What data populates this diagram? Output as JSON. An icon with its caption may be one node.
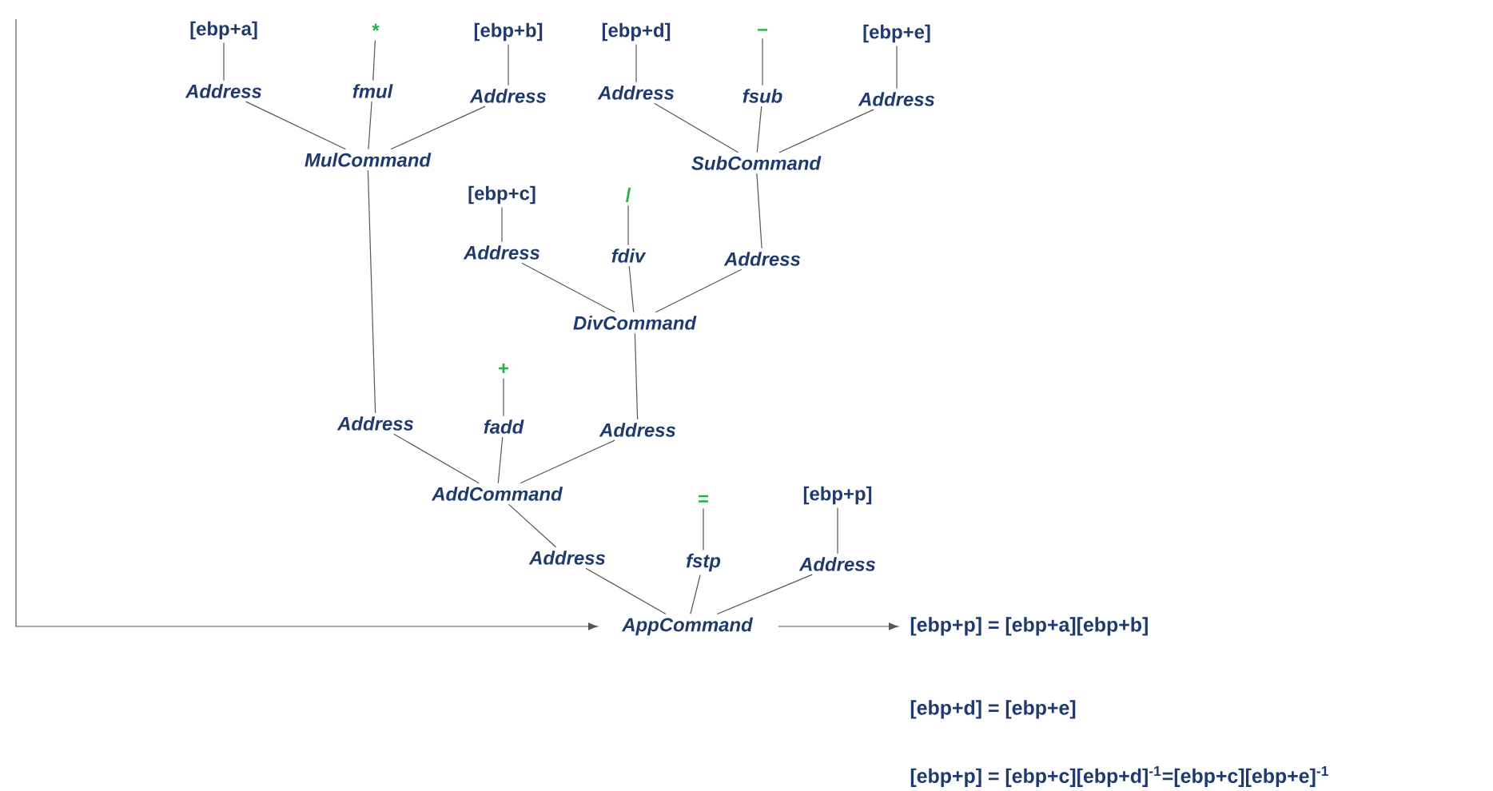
{
  "diagram": {
    "nodes": [
      {
        "text": [
          "[ebp+a]"
        ]
      },
      {
        "text": [
          "*"
        ]
      },
      {
        "text": [
          "[ebp+b]"
        ]
      },
      {
        "text": [
          "[ebp+d]"
        ]
      },
      {
        "text": [
          "–"
        ]
      },
      {
        "text": [
          "[ebp+e]"
        ]
      },
      {
        "text": [
          "Address"
        ]
      },
      {
        "text": [
          "fmul"
        ]
      },
      {
        "text": [
          "Address"
        ]
      },
      {
        "text": [
          "Address"
        ]
      },
      {
        "text": [
          "fsub"
        ]
      },
      {
        "text": [
          "Address"
        ]
      },
      {
        "text": [
          "MulCommand"
        ]
      },
      {
        "text": [
          "SubCommand"
        ]
      },
      {
        "text": [
          "[ebp+c]"
        ]
      },
      {
        "text": [
          "/"
        ]
      },
      {
        "text": [
          "Address"
        ]
      },
      {
        "text": [
          "fdiv"
        ]
      },
      {
        "text": [
          "Address"
        ]
      },
      {
        "text": [
          "DivCommand"
        ]
      },
      {
        "text": [
          "+"
        ]
      },
      {
        "text": [
          "Address"
        ]
      },
      {
        "text": [
          "fadd"
        ]
      },
      {
        "text": [
          "Address"
        ]
      },
      {
        "text": [
          "AddCommand"
        ]
      },
      {
        "text": [
          "[ebp+p]"
        ]
      },
      {
        "text": [
          "="
        ]
      },
      {
        "text": [
          "Address"
        ]
      },
      {
        "text": [
          "fstp"
        ]
      },
      {
        "text": [
          "Address"
        ]
      },
      {
        "text": [
          "AppCommand"
        ]
      },
      {
        "text": [
          "[ebp+p] = [ebp+a][ebp+b]"
        ]
      }
    ],
    "edges": [
      {
        "from": 0,
        "to": 6,
        "arrow": "none"
      },
      {
        "from": 1,
        "to": 7,
        "arrow": "none"
      },
      {
        "from": 2,
        "to": 8,
        "arrow": "none"
      },
      {
        "from": 3,
        "to": 9,
        "arrow": "none"
      },
      {
        "from": 4,
        "to": 10,
        "arrow": "none"
      },
      {
        "from": 5,
        "to": 11,
        "arrow": "none"
      },
      {
        "from": 6,
        "to": 12,
        "arrow": "none"
      },
      {
        "from": 7,
        "to": 12,
        "arrow": "none"
      },
      {
        "from": 8,
        "to": 12,
        "arrow": "none"
      },
      {
        "from": 9,
        "to": 13,
        "arrow": "none"
      },
      {
        "from": 10,
        "to": 13,
        "arrow": "none"
      },
      {
        "from": 11,
        "to": 13,
        "arrow": "none"
      },
      {
        "from": 12,
        "to": 21,
        "arrow": "none"
      },
      {
        "from": 13,
        "to": 18,
        "arrow": "none"
      },
      {
        "from": 14,
        "to": 16,
        "arrow": "none"
      },
      {
        "from": 15,
        "to": 17,
        "arrow": "none"
      },
      {
        "from": 16,
        "to": 19,
        "arrow": "none"
      },
      {
        "from": 17,
        "to": 19,
        "arrow": "none"
      },
      {
        "from": 18,
        "to": 19,
        "arrow": "none"
      },
      {
        "from": 19,
        "to": 23,
        "arrow": "none"
      },
      {
        "from": 20,
        "to": 22,
        "arrow": "none"
      },
      {
        "from": 21,
        "to": 24,
        "arrow": "none"
      },
      {
        "from": 22,
        "to": 24,
        "arrow": "none"
      },
      {
        "from": 23,
        "to": 24,
        "arrow": "none"
      },
      {
        "from": 24,
        "to": 27,
        "arrow": "none"
      },
      {
        "from": 26,
        "to": 28,
        "arrow": "none"
      },
      {
        "from": 25,
        "to": 29,
        "arrow": "none"
      },
      {
        "from": 27,
        "to": 30,
        "arrow": "none"
      },
      {
        "from": 28,
        "to": 30,
        "arrow": "none"
      },
      {
        "from": 29,
        "to": 30,
        "arrow": "none"
      },
      {
        "from": null,
        "to": 30,
        "arrow": "to"
      },
      {
        "from": 30,
        "to": 31,
        "arrow": "to"
      }
    ],
    "labels": [
      "[ebp+d] = [ebp+e]",
      "[ebp+p] = [ebp+c][ebp+d]$^{-1}$=[ebp+c][ebp+e]$^{-1}$"
    ]
  }
}
